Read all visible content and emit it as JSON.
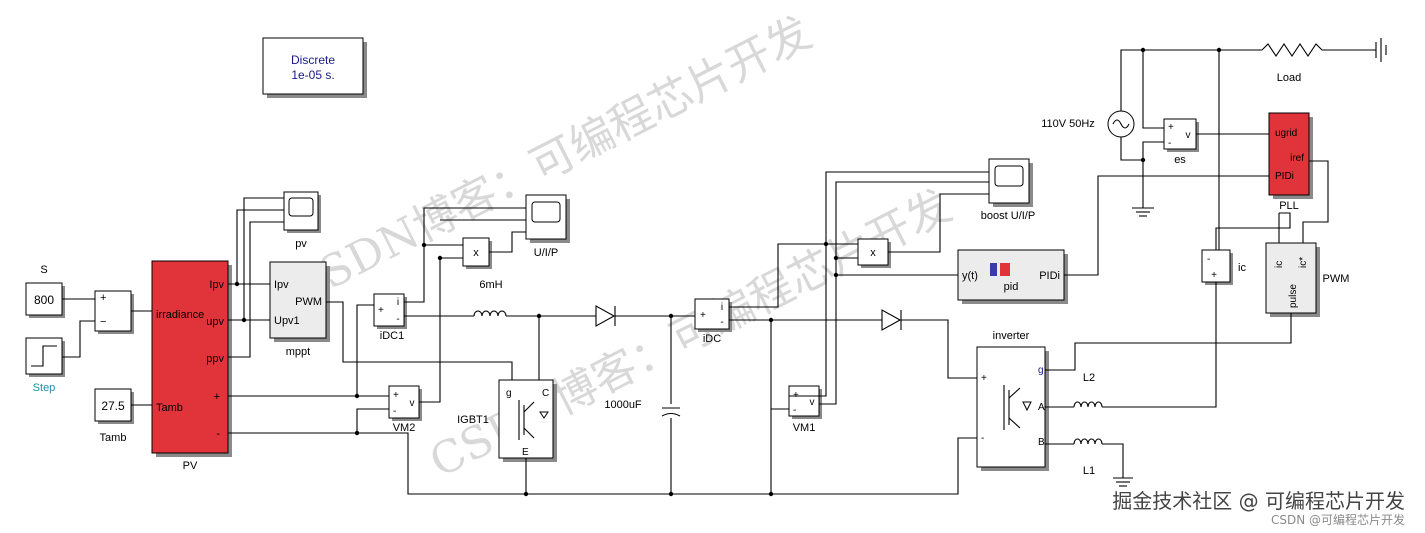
{
  "solver": {
    "line1": "Discrete",
    "line2": "1e-05 s."
  },
  "inputs": {
    "s_label": "S",
    "s_value": "800",
    "step_label": "Step",
    "tamb_value": "27.5",
    "tamb_label": "Tamb"
  },
  "pv": {
    "name": "PV",
    "ports": {
      "irradiance": "irradiance",
      "tamb": "Tamb",
      "ipv": "Ipv",
      "upv": "upv",
      "ppv": "ppv",
      "plus": "+",
      "minus": "-"
    }
  },
  "mppt": {
    "name": "mppt",
    "ports": {
      "ipv": "Ipv",
      "upv1": "Upv1",
      "pwm": "PWM"
    }
  },
  "scopes": {
    "pv": "pv",
    "uip": "U/I/P",
    "boost": "boost U/I/P"
  },
  "sensors": {
    "idc1": "iDC1",
    "idc": "iDC",
    "vm1": "VM1",
    "vm2": "VM2",
    "es": "es",
    "ic": "ic",
    "i_port": "i",
    "v_port": "v",
    "plus": "+",
    "minus": "-"
  },
  "products": {
    "x1": "x",
    "x2": "x"
  },
  "components": {
    "inductor_6mh": "6mH",
    "capacitor": "1000uF",
    "igbt": "IGBT1",
    "inverter": "inverter",
    "l1": "L1",
    "l2": "L2",
    "load": "Load",
    "source": "110V 50Hz"
  },
  "igbt_ports": {
    "g": "g",
    "c": "C",
    "e": "E"
  },
  "pid": {
    "name": "pid",
    "in": "y(t)",
    "out": "PIDi"
  },
  "pll": {
    "name": "PLL",
    "ports": {
      "ugrid": "ugrid",
      "iref": "iref",
      "pidi": "PIDi"
    }
  },
  "pwm": {
    "name": "PWM",
    "ports": {
      "ic": "ic",
      "ic_star": "ic*",
      "pulse": "pulse"
    }
  },
  "inverter_ports": {
    "g": "g",
    "plus": "+",
    "minus": "-",
    "a": "A",
    "b": "B"
  },
  "watermark": {
    "text1": "CSDN博客：可编程芯片开发",
    "text2": "CSDN博客：可编程芯片开发"
  },
  "footer": {
    "main": "掘金技术社区 @ 可编程芯片开发",
    "sub": "CSDN @可编程芯片开发"
  }
}
